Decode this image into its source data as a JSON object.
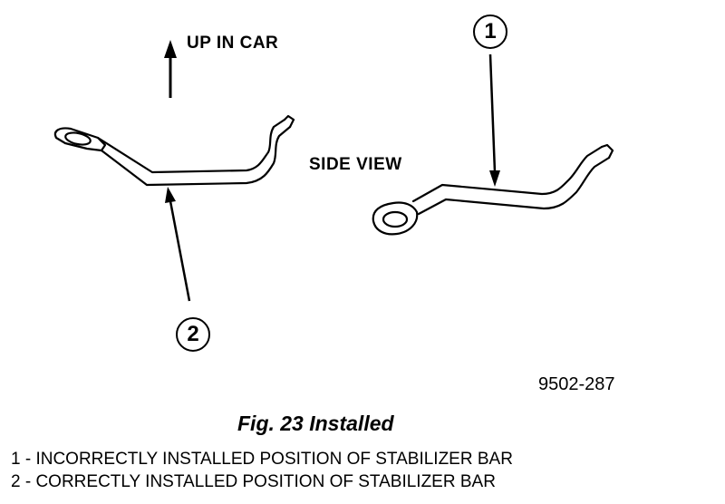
{
  "labels": {
    "up_in_car": "UP IN CAR",
    "side_view": "SIDE VIEW"
  },
  "callouts": [
    "1",
    "2"
  ],
  "figure_code": "9502-287",
  "figure_title": "Fig. 23 Installed",
  "legend": [
    "1 - INCORRECTLY INSTALLED POSITION OF STABILIZER BAR",
    "2 - CORRECTLY INSTALLED POSITION OF STABILIZER BAR"
  ],
  "colors": {
    "ink": "#000000",
    "paper": "#ffffff"
  }
}
